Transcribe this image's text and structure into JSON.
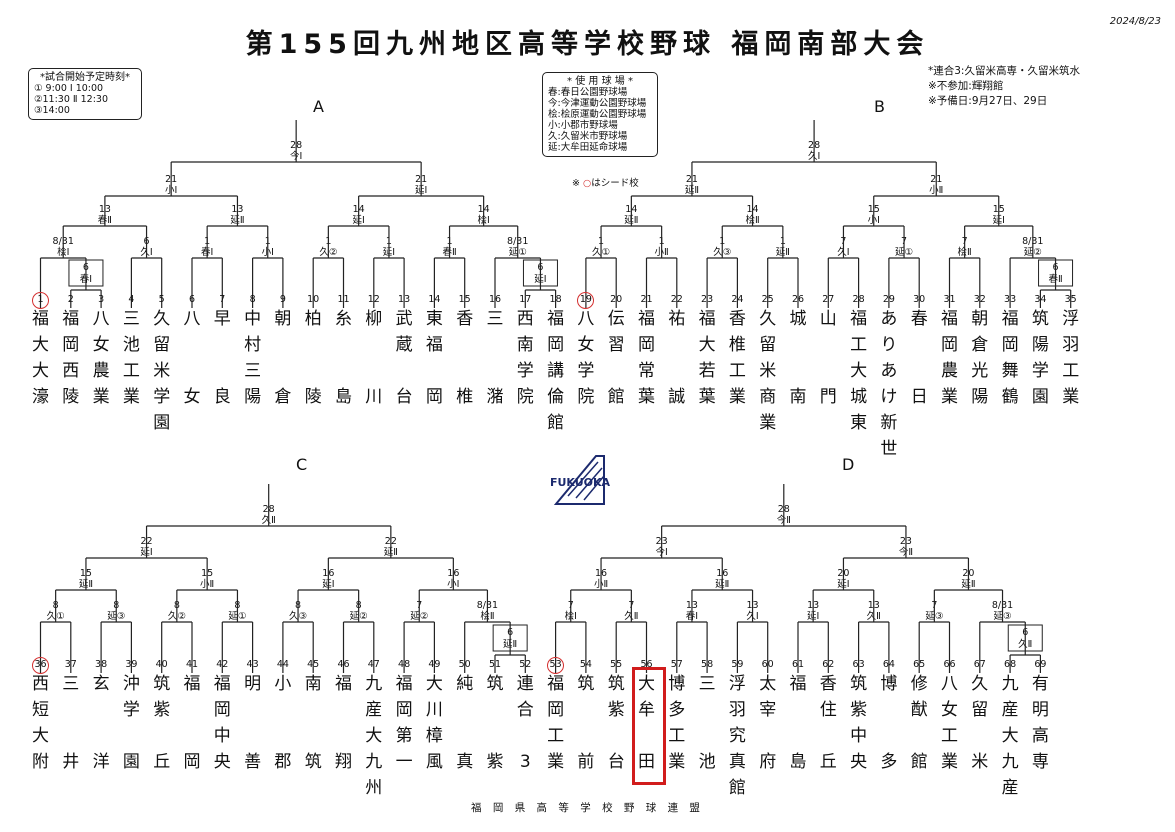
{
  "title": "第155回九州地区高等学校野球 福岡南部大会",
  "date": "2024/8/23",
  "start_times": {
    "heading": "*試合開始予定時刻*",
    "lines": [
      "① 9:00  Ⅰ 10:00",
      "②11:30  Ⅱ 12:30",
      "③14:00"
    ]
  },
  "venues": {
    "heading": "* 使 用 球 場 *",
    "lines": [
      "春:春日公園野球場",
      "今:今津運動公園野球場",
      "桧:桧原運動公園野球場",
      "小:小郡市野球場",
      "久:久留米市野球場",
      "延:大牟田延命球場"
    ]
  },
  "seed_note": {
    "prefix": "※ ",
    "circle": "○",
    "suffix": "はシード校"
  },
  "notes": [
    "*連合3:久留米高専・久留米筑水",
    "※不参加:輝翔館",
    "※予備日:9月27日、29日"
  ],
  "blocks": [
    "A",
    "B",
    "C",
    "D"
  ],
  "footer": "福 岡 県 高 等 学 校 野 球 連 盟",
  "logo_text": "FUKUOKA",
  "highlight_team": 56,
  "teams": [
    {
      "n": "1",
      "name": "福大大濠",
      "seed": true
    },
    {
      "n": "2",
      "name": "福岡西陵"
    },
    {
      "n": "3",
      "name": "八女農業"
    },
    {
      "n": "4",
      "name": "三池工業"
    },
    {
      "n": "5",
      "name": "久留米学園"
    },
    {
      "n": "6",
      "name": "八女"
    },
    {
      "n": "7",
      "name": "早良"
    },
    {
      "n": "8",
      "name": "中村三陽"
    },
    {
      "n": "9",
      "name": "朝倉"
    },
    {
      "n": "10",
      "name": "柏陵"
    },
    {
      "n": "11",
      "name": "糸島"
    },
    {
      "n": "12",
      "name": "柳川"
    },
    {
      "n": "13",
      "name": "武蔵台"
    },
    {
      "n": "14",
      "name": "東福岡"
    },
    {
      "n": "15",
      "name": "香椎"
    },
    {
      "n": "16",
      "name": "三潴"
    },
    {
      "n": "17",
      "name": "西南学院"
    },
    {
      "n": "18",
      "name": "福岡講倫館"
    },
    {
      "n": "19",
      "name": "八女学院",
      "seed": true
    },
    {
      "n": "20",
      "name": "伝習館"
    },
    {
      "n": "21",
      "name": "福岡常葉"
    },
    {
      "n": "22",
      "name": "祐誠"
    },
    {
      "n": "23",
      "name": "福大若葉"
    },
    {
      "n": "24",
      "name": "香椎工業"
    },
    {
      "n": "25",
      "name": "久留米商業"
    },
    {
      "n": "26",
      "name": "城南"
    },
    {
      "n": "27",
      "name": "山門"
    },
    {
      "n": "28",
      "name": "福工大城東"
    },
    {
      "n": "29",
      "name": "ありあけ新世"
    },
    {
      "n": "30",
      "name": "春日"
    },
    {
      "n": "31",
      "name": "福岡農業"
    },
    {
      "n": "32",
      "name": "朝倉光陽"
    },
    {
      "n": "33",
      "name": "福岡舞鶴"
    },
    {
      "n": "34",
      "name": "筑陽学園"
    },
    {
      "n": "35",
      "name": "浮羽工業"
    },
    {
      "n": "36",
      "name": "西短大附",
      "seed": true
    },
    {
      "n": "37",
      "name": "三井"
    },
    {
      "n": "38",
      "name": "玄洋"
    },
    {
      "n": "39",
      "name": "沖学園"
    },
    {
      "n": "40",
      "name": "筑紫丘"
    },
    {
      "n": "41",
      "name": "福岡"
    },
    {
      "n": "42",
      "name": "福岡中央"
    },
    {
      "n": "43",
      "name": "明善"
    },
    {
      "n": "44",
      "name": "小郡"
    },
    {
      "n": "45",
      "name": "南筑"
    },
    {
      "n": "46",
      "name": "福翔"
    },
    {
      "n": "47",
      "name": "九産大九州"
    },
    {
      "n": "48",
      "name": "福岡第一"
    },
    {
      "n": "49",
      "name": "大川樟風"
    },
    {
      "n": "50",
      "name": "純真"
    },
    {
      "n": "51",
      "name": "筑紫"
    },
    {
      "n": "52",
      "name": "連合3"
    },
    {
      "n": "53",
      "name": "福岡工業",
      "seed": true
    },
    {
      "n": "54",
      "name": "筑前"
    },
    {
      "n": "55",
      "name": "筑紫台"
    },
    {
      "n": "56",
      "name": "大牟田"
    },
    {
      "n": "57",
      "name": "博多工業"
    },
    {
      "n": "58",
      "name": "三池"
    },
    {
      "n": "59",
      "name": "浮羽究真館"
    },
    {
      "n": "60",
      "name": "太宰府"
    },
    {
      "n": "61",
      "name": "福島"
    },
    {
      "n": "62",
      "name": "香住丘"
    },
    {
      "n": "63",
      "name": "筑紫中央"
    },
    {
      "n": "64",
      "name": "博多"
    },
    {
      "n": "65",
      "name": "修猷館"
    },
    {
      "n": "66",
      "name": "八女工業"
    },
    {
      "n": "67",
      "name": "久留米"
    },
    {
      "n": "68",
      "name": "九産大九産"
    },
    {
      "n": "69",
      "name": "有明高専"
    }
  ],
  "matches": [
    {
      "d": "6",
      "v": "春Ⅰ"
    },
    {
      "d": "8/31",
      "v": "桧Ⅰ"
    },
    {
      "d": "6",
      "v": "久Ⅰ"
    },
    {
      "d": "1",
      "v": "春Ⅰ"
    },
    {
      "d": "1",
      "v": "小Ⅰ"
    },
    {
      "d": "1",
      "v": "久②"
    },
    {
      "d": "1",
      "v": "延Ⅰ"
    },
    {
      "d": "1",
      "v": "春Ⅱ"
    },
    {
      "d": "6",
      "v": "延Ⅰ"
    },
    {
      "d": "8/31",
      "v": "延①"
    },
    {
      "d": "13",
      "v": "春Ⅱ"
    },
    {
      "d": "13",
      "v": "延Ⅱ"
    },
    {
      "d": "14",
      "v": "延Ⅰ"
    },
    {
      "d": "14",
      "v": "桧Ⅰ"
    },
    {
      "d": "21",
      "v": "小Ⅰ"
    },
    {
      "d": "21",
      "v": "延Ⅰ"
    },
    {
      "d": "28",
      "v": "今Ⅰ"
    },
    {
      "d": "1",
      "v": "久①"
    },
    {
      "d": "1",
      "v": "小Ⅱ"
    },
    {
      "d": "1",
      "v": "久③"
    },
    {
      "d": "1",
      "v": "延Ⅱ"
    },
    {
      "d": "7",
      "v": "久Ⅰ"
    },
    {
      "d": "7",
      "v": "延①"
    },
    {
      "d": "7",
      "v": "桧Ⅱ"
    },
    {
      "d": "6",
      "v": "春Ⅱ"
    },
    {
      "d": "8/31",
      "v": "延②"
    },
    {
      "d": "14",
      "v": "延Ⅱ"
    },
    {
      "d": "14",
      "v": "桧Ⅱ"
    },
    {
      "d": "15",
      "v": "小Ⅰ"
    },
    {
      "d": "15",
      "v": "延Ⅰ"
    },
    {
      "d": "21",
      "v": "延Ⅱ"
    },
    {
      "d": "21",
      "v": "小Ⅱ"
    },
    {
      "d": "28",
      "v": "久Ⅰ"
    },
    {
      "d": "8",
      "v": "久①"
    },
    {
      "d": "8",
      "v": "延③"
    },
    {
      "d": "8",
      "v": "久②"
    },
    {
      "d": "8",
      "v": "延①"
    },
    {
      "d": "8",
      "v": "久③"
    },
    {
      "d": "8",
      "v": "延②"
    },
    {
      "d": "7",
      "v": "延②"
    },
    {
      "d": "6",
      "v": "延Ⅱ"
    },
    {
      "d": "8/31",
      "v": "桧Ⅱ"
    },
    {
      "d": "15",
      "v": "延Ⅱ"
    },
    {
      "d": "15",
      "v": "小Ⅱ"
    },
    {
      "d": "16",
      "v": "延Ⅰ"
    },
    {
      "d": "16",
      "v": "小Ⅰ"
    },
    {
      "d": "22",
      "v": "延Ⅰ"
    },
    {
      "d": "22",
      "v": "延Ⅱ"
    },
    {
      "d": "28",
      "v": "久Ⅱ"
    },
    {
      "d": "7",
      "v": "桧Ⅰ"
    },
    {
      "d": "7",
      "v": "久Ⅱ"
    },
    {
      "d": "13",
      "v": "春Ⅰ"
    },
    {
      "d": "13",
      "v": "久Ⅰ"
    },
    {
      "d": "13",
      "v": "延Ⅰ"
    },
    {
      "d": "13",
      "v": "久Ⅱ"
    },
    {
      "d": "7",
      "v": "延③"
    },
    {
      "d": "6",
      "v": "久Ⅱ"
    },
    {
      "d": "8/31",
      "v": "延③"
    },
    {
      "d": "16",
      "v": "小Ⅱ"
    },
    {
      "d": "16",
      "v": "延Ⅱ"
    },
    {
      "d": "20",
      "v": "延Ⅰ"
    },
    {
      "d": "20",
      "v": "延Ⅱ"
    },
    {
      "d": "23",
      "v": "今Ⅰ"
    },
    {
      "d": "23",
      "v": "今Ⅱ"
    },
    {
      "d": "28",
      "v": "今Ⅱ"
    }
  ]
}
